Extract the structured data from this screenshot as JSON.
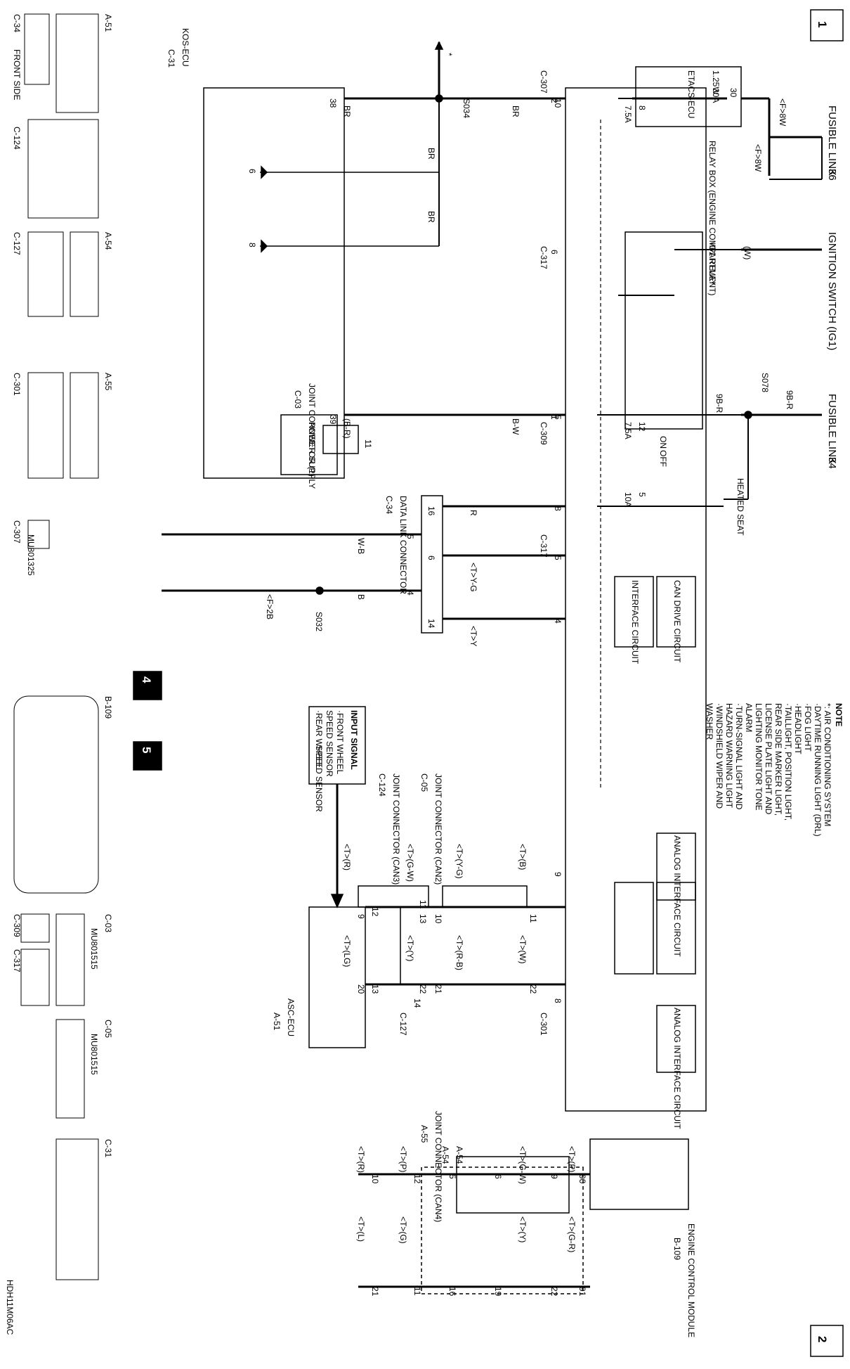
{
  "page_numbers": {
    "left": "1",
    "right": "2",
    "box4": "4",
    "box5": "5"
  },
  "fusible_link_36": {
    "label": "FUSIBLE LINK",
    "num": "36",
    "wire1": "<F>8W",
    "wire2": "<F>8W"
  },
  "relay_box": {
    "label": "RELAY BOX (ENGINE COMPARTMENT)",
    "fuse_num": "30",
    "fuse_rating": "30A",
    "out_wire": "1.25W"
  },
  "ignition_switch": {
    "label": "IGNITION SWITCH (IG1)",
    "wire": "(W)"
  },
  "ig1_relay": {
    "label": "IG1 RELAY"
  },
  "fusible_link_34": {
    "label": "FUSIBLE LINK",
    "num": "34",
    "wire1": "9B-R",
    "wire2": "9B-R",
    "splice": "S078",
    "heated_seat": "HEATED SEAT"
  },
  "etacs": {
    "label": "ETACS-ECU",
    "fuse8": "8",
    "fuse8_rating": "7.5A",
    "fuse12": "12",
    "fuse12_rating": "7.5A",
    "fuse5": "5",
    "fuse5_rating": "10A",
    "relay_on": "ON",
    "relay_off": "OFF",
    "can_drive": "CAN DRIVE CIRCUIT",
    "interface": "INTERFACE CIRCUIT",
    "analog1": "ANALOG INTERFACE CIRCUIT",
    "analog2": "ANALOG INTERFACE CIRCUIT"
  },
  "connectors_top": {
    "c307": "C-307",
    "c317": "C-317",
    "c309": "C-309",
    "pin2": "2",
    "pin6": "6",
    "pin1": "1"
  },
  "kos": {
    "label": "KOS-ECU",
    "conn": "C-31",
    "power": "POWER SUPPLY",
    "pin38": "38",
    "pin39": "39"
  },
  "wires": {
    "br": "BR",
    "br2": "BR",
    "br3": "BR",
    "br4": "BR",
    "s034": "S034",
    "br_r": "(B-R)",
    "b_w": "B-W",
    "r": "R",
    "w_b": "W-B",
    "b": "B",
    "f2b": "<F>2B",
    "s032": "S032",
    "ty_g": "<T>Y-G",
    "ty": "<T>Y",
    "asterisk": "*",
    "pin10": "10",
    "pin5a": "5",
    "pin8": "8",
    "pin11": "11",
    "pin8b": "8",
    "pin16": "16",
    "pin5b": "5",
    "pin6": "6",
    "pin4": "4",
    "pin14": "14",
    "pin5c": "5",
    "pin4b": "4",
    "arrow6": "6",
    "arrow8": "8"
  },
  "joint_c03": {
    "label": "JOINT CONNECTOR (1)",
    "conn": "C-03"
  },
  "dlc": {
    "label": "DATA LINK CONNECTOR",
    "conn": "C-34"
  },
  "c317b": "C-317",
  "note": {
    "title": "NOTE",
    "items": [
      "*: AIR CONDITIONING SYSTEM",
      "·DAYTIME RUNNING LIGHT (DRL)",
      "·FOG LIGHT",
      "·HEADLIGHT",
      "·TAILLIGHT, POSITION LIGHT,",
      " REAR SIDE MARKER LIGHT,",
      " LICENSE PLATE LIGHT AND",
      " LIGHTING MONITOR TONE",
      " ALARM",
      "·TURN-SIGNAL LIGHT AND",
      " HAZARD WARNING LIGHT",
      "·WINDSHIELD WIPER AND",
      " WASHER"
    ]
  },
  "asc": {
    "label": "ASC-ECU",
    "conn": "A-51",
    "input": "INPUT SIGNAL",
    "input_items": [
      "·FRONT WHEEL",
      " SPEED SENSOR",
      "·REAR WHEEL",
      " SPEED SENSOR"
    ],
    "pin12": "12",
    "pin13": "13"
  },
  "can2": {
    "label": "JOINT CONNECTOR (CAN2)",
    "conn": "C-05",
    "tb": "<T>(B)",
    "tw": "<T>(W)",
    "tyg": "<T>(Y-G)",
    "trb": "<T>(R-B)",
    "p9": "9",
    "p11": "11",
    "p22": "22",
    "p21": "21",
    "p10": "10",
    "p14": "14",
    "p8": "8",
    "c301": "C-301",
    "c127": "C-127"
  },
  "can3": {
    "label": "JOINT CONNECTOR (CAN3)",
    "conn": "C-124",
    "tgw": "<T>(G-W)",
    "tyy": "<T>(Y)",
    "tr": "<T>(R)",
    "tlg": "<T>(LG)",
    "p13": "13",
    "p11": "11",
    "p9": "9",
    "p22": "22",
    "p20": "20"
  },
  "can4": {
    "label": "JOINT CONNECTOR (CAN4)",
    "conn": "A-55",
    "a54": "A-54",
    "a54b": "A-54",
    "tp": "<T>(P)",
    "tgr": "<T>(G-R)",
    "tgw": "<T>(G-W)",
    "ty": "<T>(Y)",
    "tp2": "<T>(P)",
    "tg": "<T>(G)",
    "tr": "<T>(R)",
    "tl": "<T>(L)",
    "p90": "90",
    "p91": "91",
    "p9": "9",
    "p22": "22",
    "p6": "6",
    "p19": "19",
    "p5": "5",
    "p16": "16",
    "p12": "12",
    "p11": "11",
    "p10": "10",
    "p21": "21"
  },
  "ecm": {
    "label": "ENGINE CONTROL MODULE",
    "conn": "B-109"
  },
  "connector_views": {
    "a51": "A-51",
    "c34": "C-34",
    "front_side": "FRONT SIDE",
    "c124": "C-124",
    "a54": "A-54",
    "c127": "C-127",
    "a55": "A-55",
    "c301": "C-301",
    "c307": "C-307",
    "mu801325": "MU801325",
    "b109": "B-109",
    "c03": "C-03",
    "mu801515a": "MU801515",
    "c309": "C-309",
    "c317": "C-317",
    "c05": "C-05",
    "mu801515b": "MU801515",
    "c31": "C-31"
  },
  "code": "HDH11M06AC"
}
